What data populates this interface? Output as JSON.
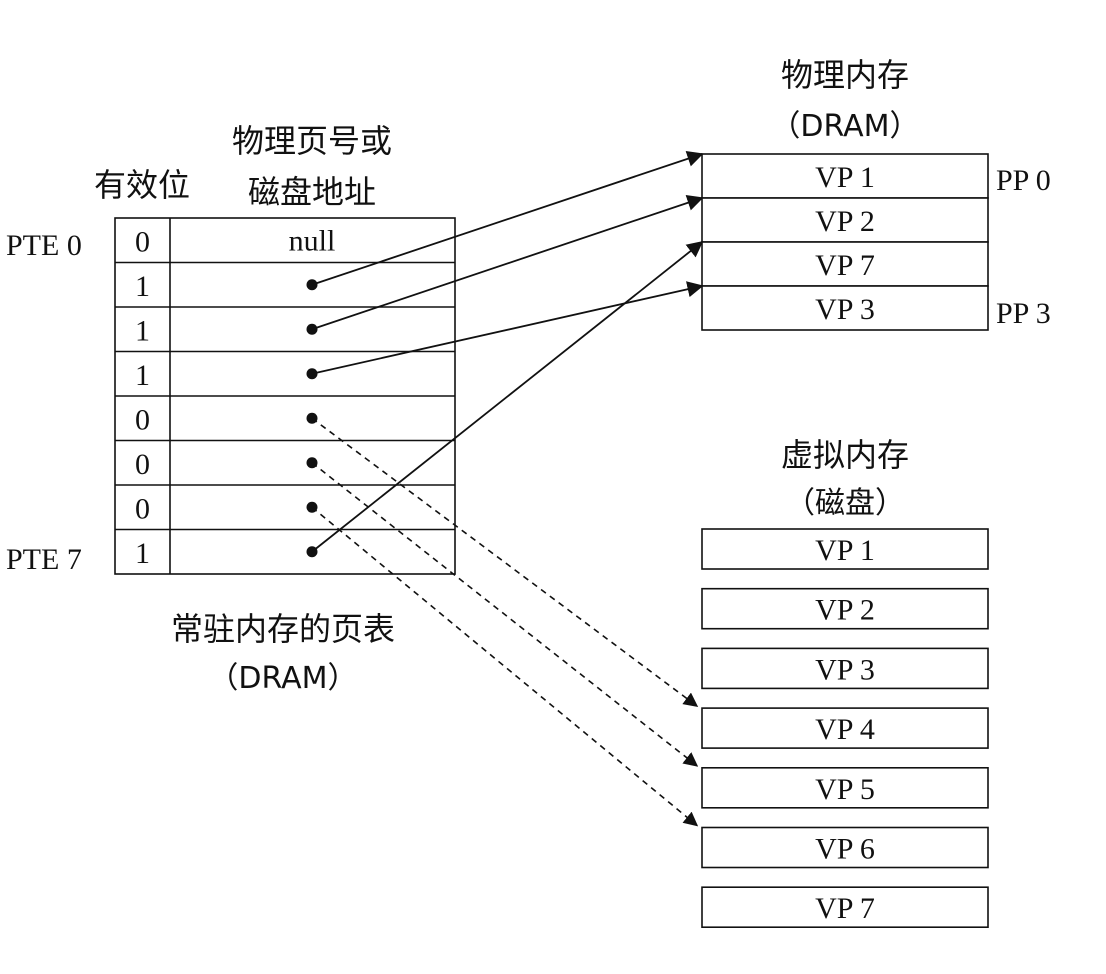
{
  "page_table": {
    "valid_header": "有效位",
    "address_header_line1": "物理页号或",
    "address_header_line2": "磁盘地址",
    "first_label": "PTE 0",
    "last_label": "PTE 7",
    "caption_line1": "常驻内存的页表",
    "caption_line2": "（DRAM）",
    "rows": [
      {
        "valid": "0",
        "address": "null",
        "pointer": false
      },
      {
        "valid": "1",
        "address": "",
        "pointer": true
      },
      {
        "valid": "1",
        "address": "",
        "pointer": true
      },
      {
        "valid": "1",
        "address": "",
        "pointer": true
      },
      {
        "valid": "0",
        "address": "",
        "pointer": true
      },
      {
        "valid": "0",
        "address": "",
        "pointer": true
      },
      {
        "valid": "0",
        "address": "",
        "pointer": true
      },
      {
        "valid": "1",
        "address": "",
        "pointer": true
      }
    ]
  },
  "physical_memory": {
    "title_line1": "物理内存",
    "title_line2": "（DRAM）",
    "pages": [
      "VP 1",
      "VP 2",
      "VP 7",
      "VP 3"
    ],
    "first_label": "PP 0",
    "last_label": "PP 3"
  },
  "virtual_memory": {
    "title_line1": "虚拟内存",
    "title_line2": "（磁盘）",
    "pages": [
      "VP 1",
      "VP 2",
      "VP 3",
      "VP 4",
      "VP 5",
      "VP 6",
      "VP 7"
    ]
  },
  "mappings": [
    {
      "from_row": 1,
      "to": "physical",
      "to_index": 0,
      "style": "solid"
    },
    {
      "from_row": 2,
      "to": "physical",
      "to_index": 1,
      "style": "solid"
    },
    {
      "from_row": 3,
      "to": "physical",
      "to_index": 3,
      "style": "solid"
    },
    {
      "from_row": 7,
      "to": "physical",
      "to_index": 2,
      "style": "solid"
    },
    {
      "from_row": 4,
      "to": "virtual",
      "to_index": 3,
      "style": "dashed"
    },
    {
      "from_row": 5,
      "to": "virtual",
      "to_index": 4,
      "style": "dashed"
    },
    {
      "from_row": 6,
      "to": "virtual",
      "to_index": 5,
      "style": "dashed"
    }
  ]
}
